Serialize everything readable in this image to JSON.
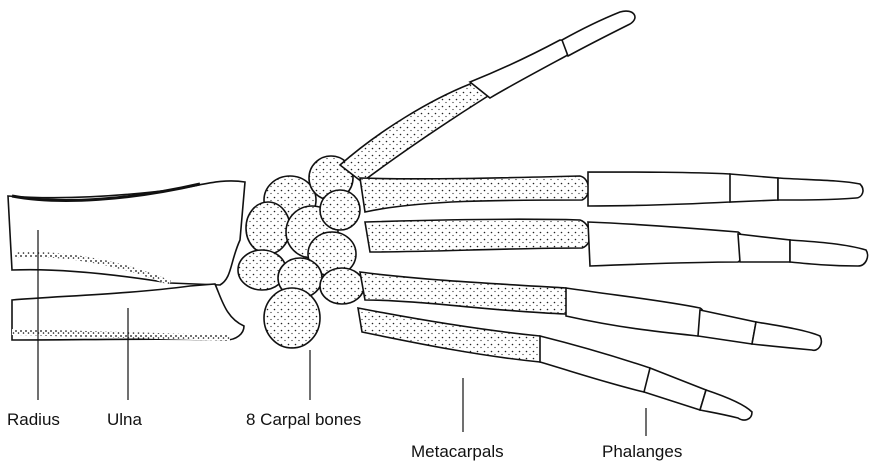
{
  "labels": {
    "radius": "Radius",
    "ulna": "Ulna",
    "carpals": "8 Carpal bones",
    "metacarpals": "Metacarpals",
    "phalanges": "Phalanges"
  },
  "colors": {
    "ink": "#111111",
    "paper": "#ffffff"
  }
}
